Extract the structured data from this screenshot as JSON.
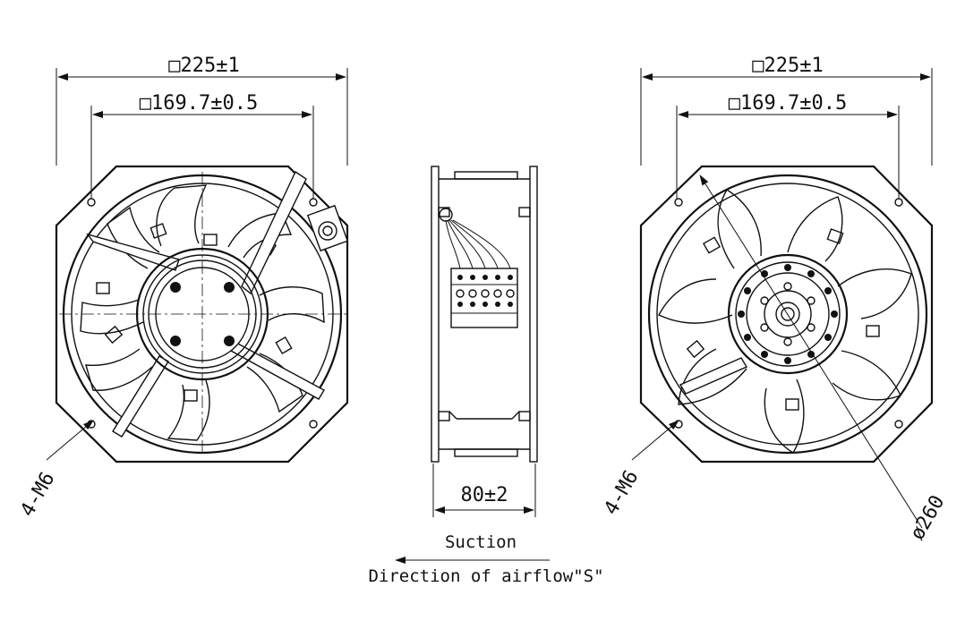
{
  "dimensions": {
    "frame_size_left": "□225±1",
    "hole_spacing_left": "□169.7±0.5",
    "frame_size_right": "□225±1",
    "hole_spacing_right": "□169.7±0.5",
    "depth": "80±2",
    "thread_left": "4-M6",
    "thread_right": "4-M6",
    "diameter": "ø260"
  },
  "notes": {
    "suction": "Suction",
    "airflow": "Direction of airflow\"S\""
  },
  "colors": {
    "line": "#111111",
    "background": "#ffffff"
  }
}
